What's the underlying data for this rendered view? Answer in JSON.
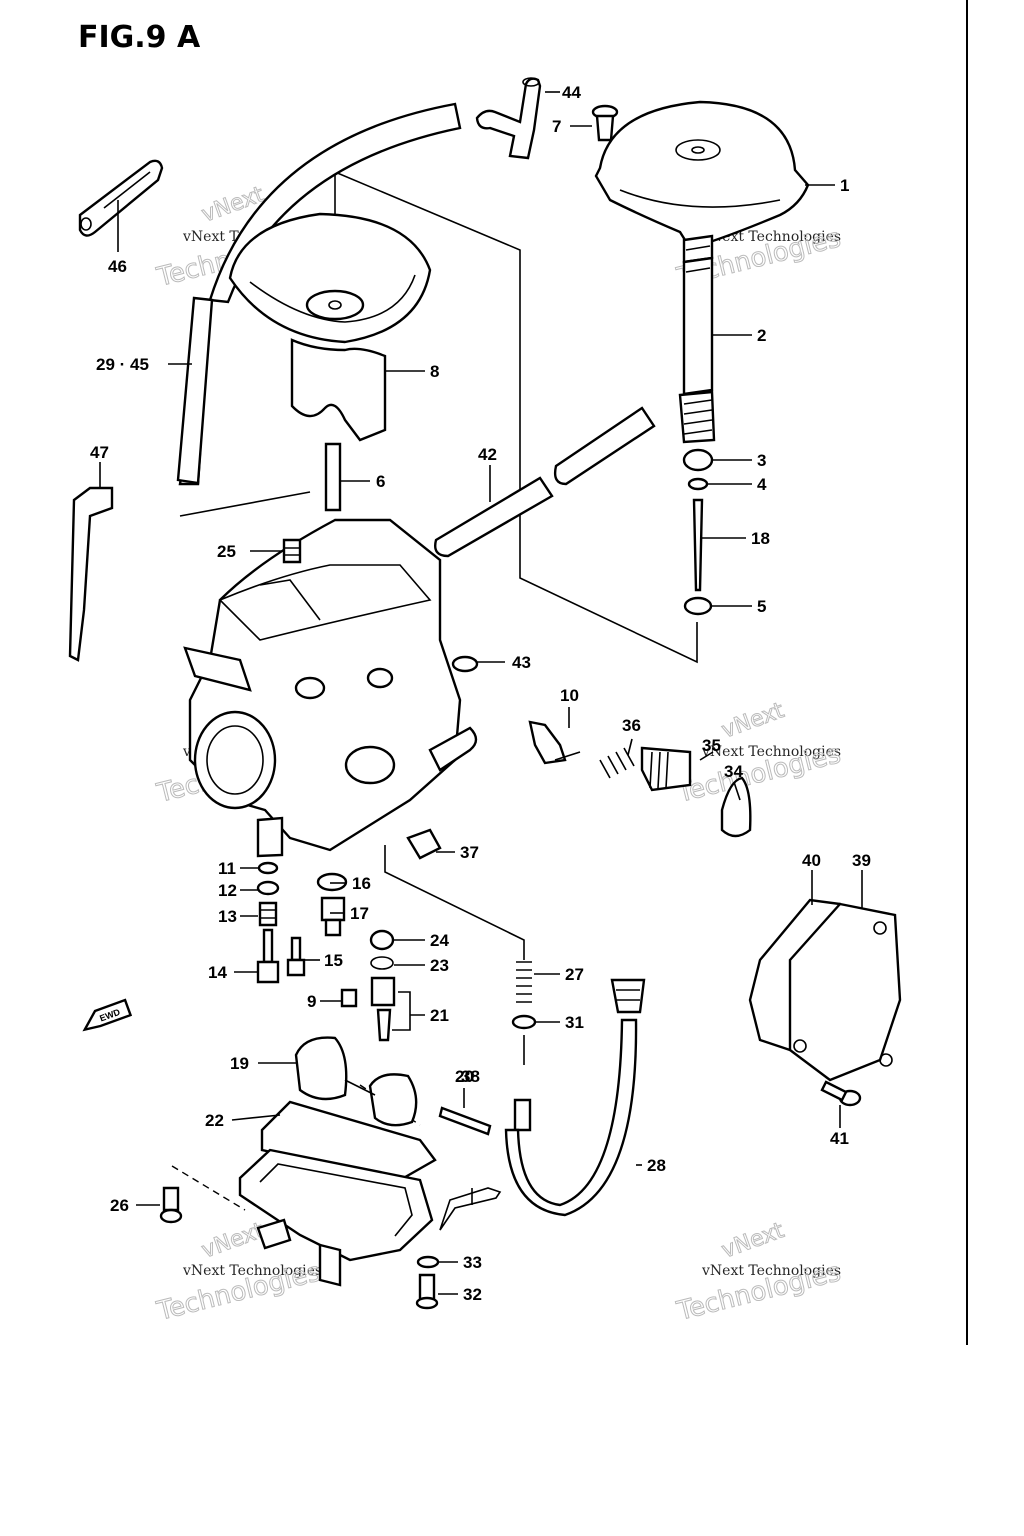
{
  "figure": {
    "title": "FIG.9 A"
  },
  "callouts": {
    "p1": "1",
    "p2": "2",
    "p3": "3",
    "p4": "4",
    "p5": "5",
    "p6": "6",
    "p7": "7",
    "p8": "8",
    "p9": "9",
    "p10": "10",
    "p11": "11",
    "p12": "12",
    "p13": "13",
    "p14": "14",
    "p15": "15",
    "p16": "16",
    "p17": "17",
    "p18": "18",
    "p19": "19",
    "p20": "20",
    "p21": "21",
    "p22": "22",
    "p23": "23",
    "p24": "24",
    "p25": "25",
    "p26": "26",
    "p27": "27",
    "p28": "28",
    "p29_45": "29 · 45",
    "p31": "31",
    "p32": "32",
    "p33": "33",
    "p34": "34",
    "p35": "35",
    "p36": "36",
    "p37": "37",
    "p38": "38",
    "p39": "39",
    "p40": "40",
    "p41": "41",
    "p42": "42",
    "p43": "43",
    "p44": "44",
    "p46": "46",
    "p47": "47"
  },
  "watermark": {
    "small": "vNext Technologies",
    "large_top": "vNext",
    "large_bottom": "Technologies"
  },
  "direction_arrow_label": "EWD"
}
